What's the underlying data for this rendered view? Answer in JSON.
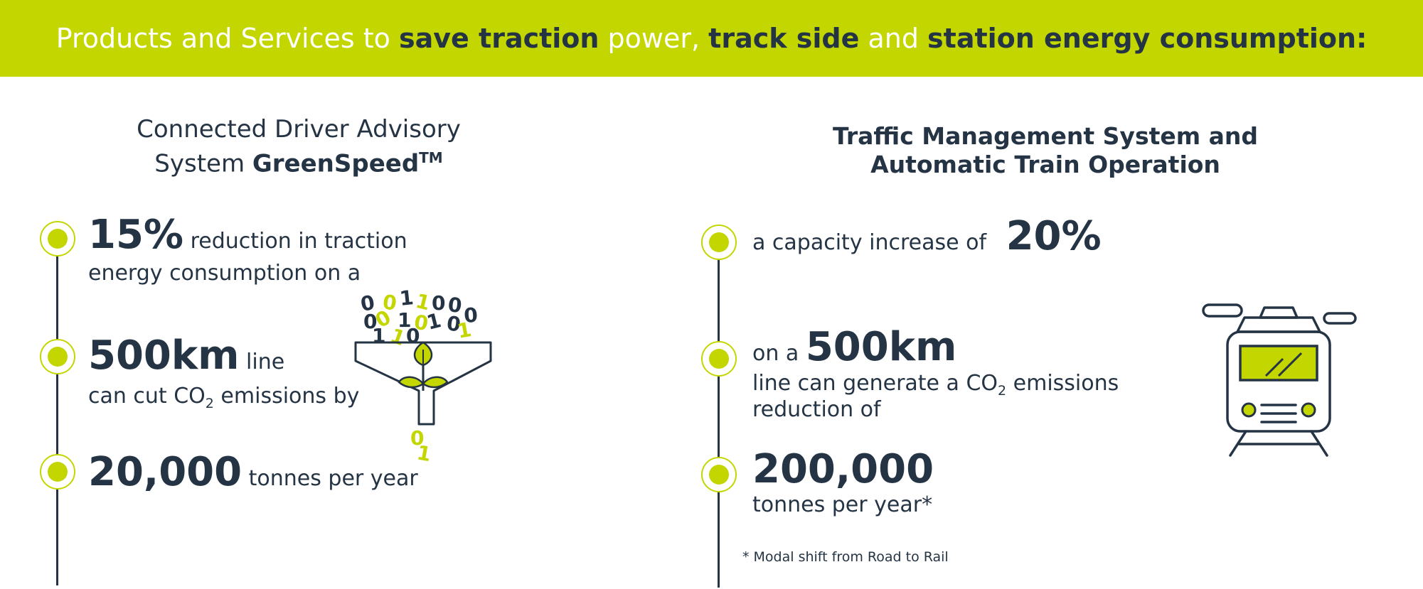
{
  "banner": {
    "part1": "Products and Services to ",
    "bold1": "save traction",
    "part2": " power, ",
    "bold2": "track side",
    "part3": " and ",
    "bold3": "station energy consumption:"
  },
  "left": {
    "title_line1": "Connected Driver Advisory",
    "title_line2_prefix": "System ",
    "title_line2_bold": "GreenSpeed",
    "title_tm": "TM",
    "items": [
      {
        "value": "15%",
        "text_inline": "reduction in traction",
        "text_line2": "energy consumption on a"
      },
      {
        "value": "500km",
        "text_inline": "line",
        "text_line2_pre": "can cut CO",
        "text_line2_sub": "2",
        "text_line2_post": " emissions by"
      },
      {
        "value": "20,000",
        "text_inline": "tonnes per year"
      }
    ]
  },
  "right": {
    "title_line1": "Traffic Management System and",
    "title_line2": "Automatic Train Operation",
    "items": [
      {
        "text_pre": "a capacity increase of",
        "value": "20%"
      },
      {
        "text_pre": "on a",
        "value": "500km",
        "line2_pre": "line can generate a CO",
        "line2_sub": "2",
        "line2_post": " emissions",
        "line3": "reduction of"
      },
      {
        "value": "200,000",
        "text_line2": "tonnes per year*"
      }
    ],
    "footnote": "* Modal shift from Road to Rail"
  },
  "colors": {
    "accent": "#c3d600",
    "text": "#253444",
    "background": "#ffffff"
  },
  "icons": {
    "funnel": "binary-funnel-plant-icon",
    "train": "train-front-icon",
    "bullet": "timeline-dot-icon"
  },
  "funnel_digits": [
    "0",
    "0",
    "1",
    "1",
    "0",
    "0",
    "0",
    "0",
    "0",
    "1",
    "0",
    "1",
    "0",
    "1",
    "1",
    "0",
    "1"
  ]
}
